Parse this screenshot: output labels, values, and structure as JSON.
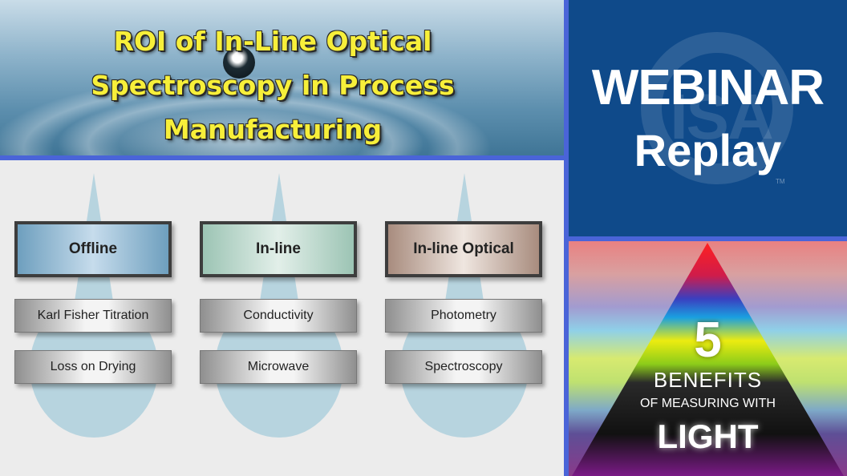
{
  "banner": {
    "title_line1": "ROI of In-Line Optical",
    "title_line2": "Spectroscopy in Process",
    "title_line3": "Manufacturing"
  },
  "webinar": {
    "word1": "WEBINAR",
    "word2": "Replay",
    "logo_text": "ISA",
    "trademark": "TM"
  },
  "diagram": {
    "columns": [
      {
        "header": "Offline",
        "items": [
          "Karl Fisher Titration",
          "Loss on Drying"
        ]
      },
      {
        "header": "In-line",
        "items": [
          "Conductivity",
          "Microwave"
        ]
      },
      {
        "header": "In-line Optical",
        "items": [
          "Photometry",
          "Spectroscopy"
        ]
      }
    ]
  },
  "pyramid": {
    "number": "5",
    "benefits": "BENEFITS",
    "measuring": "OF MEASURING WITH",
    "light": "LIGHT"
  },
  "colors": {
    "title_yellow": "#f7ef3a",
    "webinar_blue": "#0f4a8a",
    "border_blue": "#4a64d8",
    "drop_blue": "#b7d4df"
  }
}
